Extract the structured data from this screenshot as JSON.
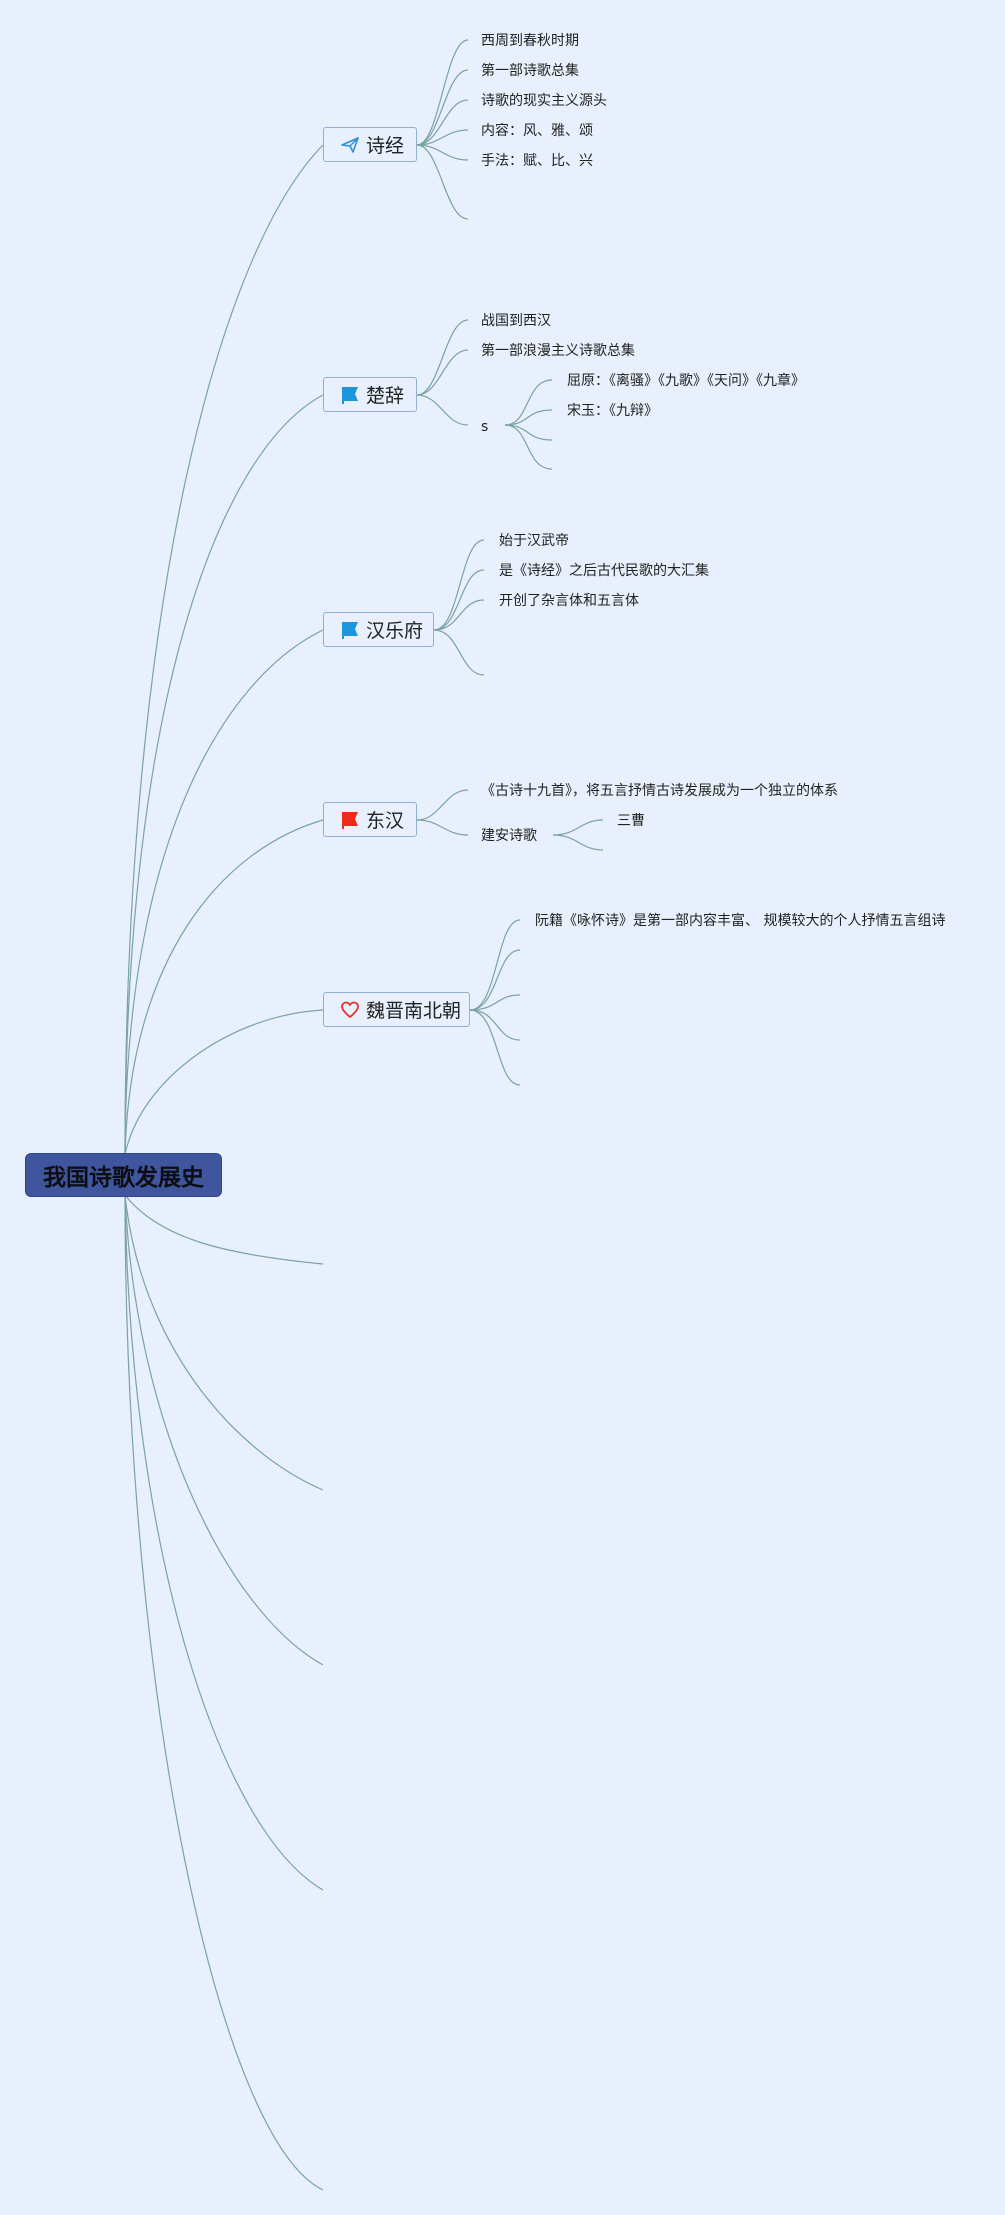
{
  "root": {
    "label": "我国诗歌发展史"
  },
  "colors": {
    "background": "#e8f0fd",
    "root_fill": "#3f569e",
    "branch_border": "#8fb2cc",
    "connector": "#7aa3a1",
    "flag_blue": "#1e96dd",
    "flag_red": "#ee2a1c",
    "heart_red": "#e6332a"
  },
  "branches": [
    {
      "label": "诗经",
      "icon": "paper-plane-icon",
      "items": [
        "西周到春秋时期",
        "第一部诗歌总集",
        "诗歌的现实主义源头",
        "内容：风、雅、颂",
        "手法：赋、比、兴"
      ]
    },
    {
      "label": "楚辞",
      "icon": "blue-flag-icon",
      "items": [
        "战国到西汉",
        "第一部浪漫主义诗歌总集",
        "s"
      ],
      "subitems": [
        "屈原：《离骚》《九歌》《天问》《九章》",
        "宋玉：《九辩》"
      ]
    },
    {
      "label": "汉乐府",
      "icon": "blue-flag-icon",
      "items": [
        "始于汉武帝",
        "是《诗经》之后古代民歌的大汇集",
        "开创了杂言体和五言体"
      ]
    },
    {
      "label": "东汉",
      "icon": "red-flag-icon",
      "items": [
        "《古诗十九首》，将五言抒情古诗发展成为一个独立的体系",
        "建安诗歌"
      ],
      "subitems": [
        "三曹"
      ]
    },
    {
      "label": "魏晋南北朝",
      "icon": "heart-icon",
      "items": [
        "阮籍《咏怀诗》是第一部内容丰富、 规模较大的个人抒情五言组诗"
      ]
    }
  ]
}
